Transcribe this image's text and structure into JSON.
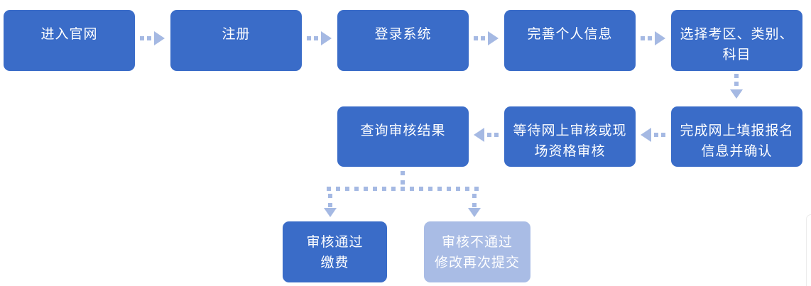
{
  "colors": {
    "box_fill": "#3a6cc8",
    "box_fill_light": "#a9bce5",
    "arrow": "#a5b9e3",
    "box_text": "#ffffff",
    "background": "#ffffff"
  },
  "steps": {
    "enter_site": {
      "line1": "进入官网"
    },
    "register": {
      "line1": "注册"
    },
    "login": {
      "line1": "登录系统"
    },
    "complete_profile": {
      "line1": "完善个人信息"
    },
    "select_area": {
      "line1": "选择考区、类别、",
      "line2": "科目"
    },
    "fill_confirm": {
      "line1": "完成网上填报报名",
      "line2": "信息并确认"
    },
    "wait_review": {
      "line1": "等待网上审核或现",
      "line2": "场资格审核"
    },
    "query_result": {
      "line1": "查询审核结果"
    },
    "pass_pay": {
      "line1": "审核通过",
      "line2": "缴费"
    },
    "fail_resubmit": {
      "line1": "审核不通过",
      "line2": "修改再次提交"
    }
  }
}
